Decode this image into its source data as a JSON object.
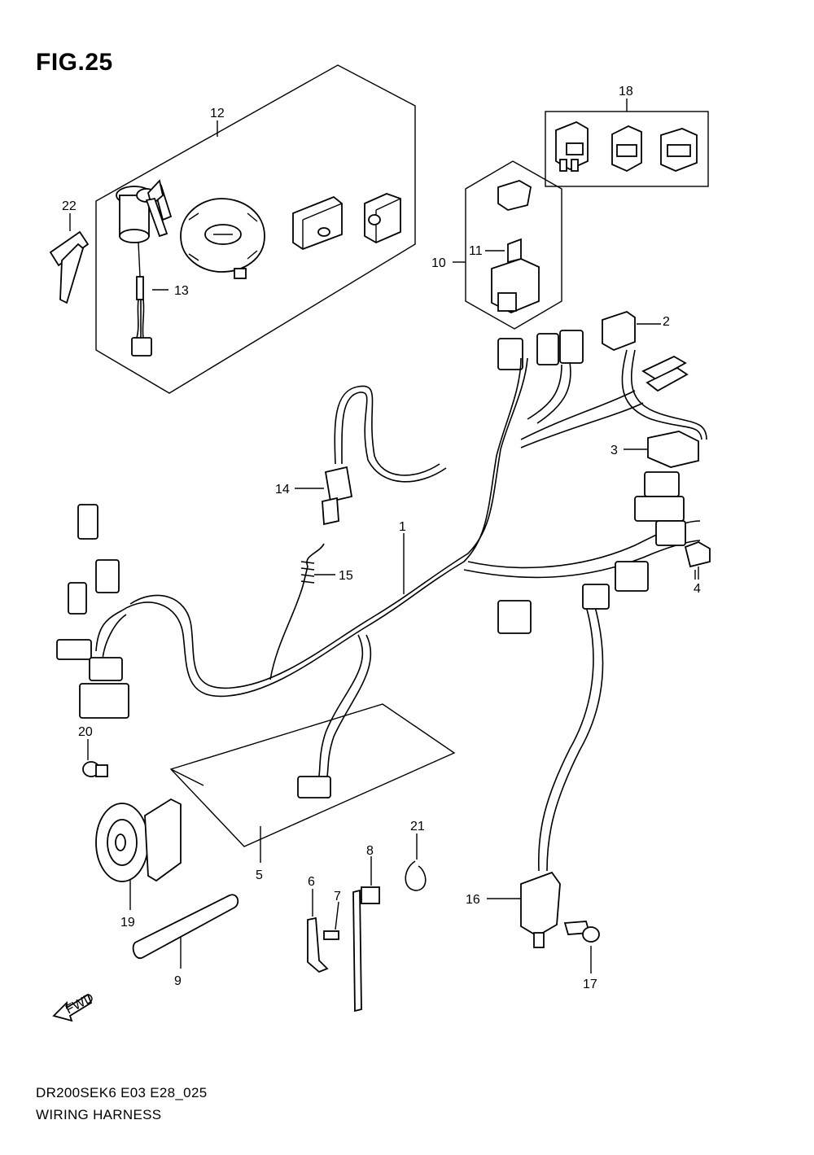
{
  "figure_title": "FIG.25",
  "footer": {
    "code": "DR200SEK6 E03 E28_025",
    "title": "WIRING HARNESS"
  },
  "fwd_arrow_label": "FWD",
  "callouts": {
    "c1": "1",
    "c2": "2",
    "c3": "3",
    "c4": "4",
    "c5": "5",
    "c6": "6",
    "c7": "7",
    "c8": "8",
    "c9": "9",
    "c10": "10",
    "c11": "11",
    "c12": "12",
    "c13": "13",
    "c14": "14",
    "c15": "15",
    "c16": "16",
    "c17": "17",
    "c18": "18",
    "c19": "19",
    "c20": "20",
    "c21": "21",
    "c22": "22"
  },
  "icons": {
    "horn": "horn-icon",
    "ignition_switch": "ignition-switch-icon",
    "fuel_cap": "fuel-cap-icon",
    "key": "key-icon",
    "relay": "relay-icon",
    "fuse": "fuse-icon",
    "neutral_switch": "neutral-switch-icon",
    "brake_switch": "brake-light-switch-icon"
  }
}
